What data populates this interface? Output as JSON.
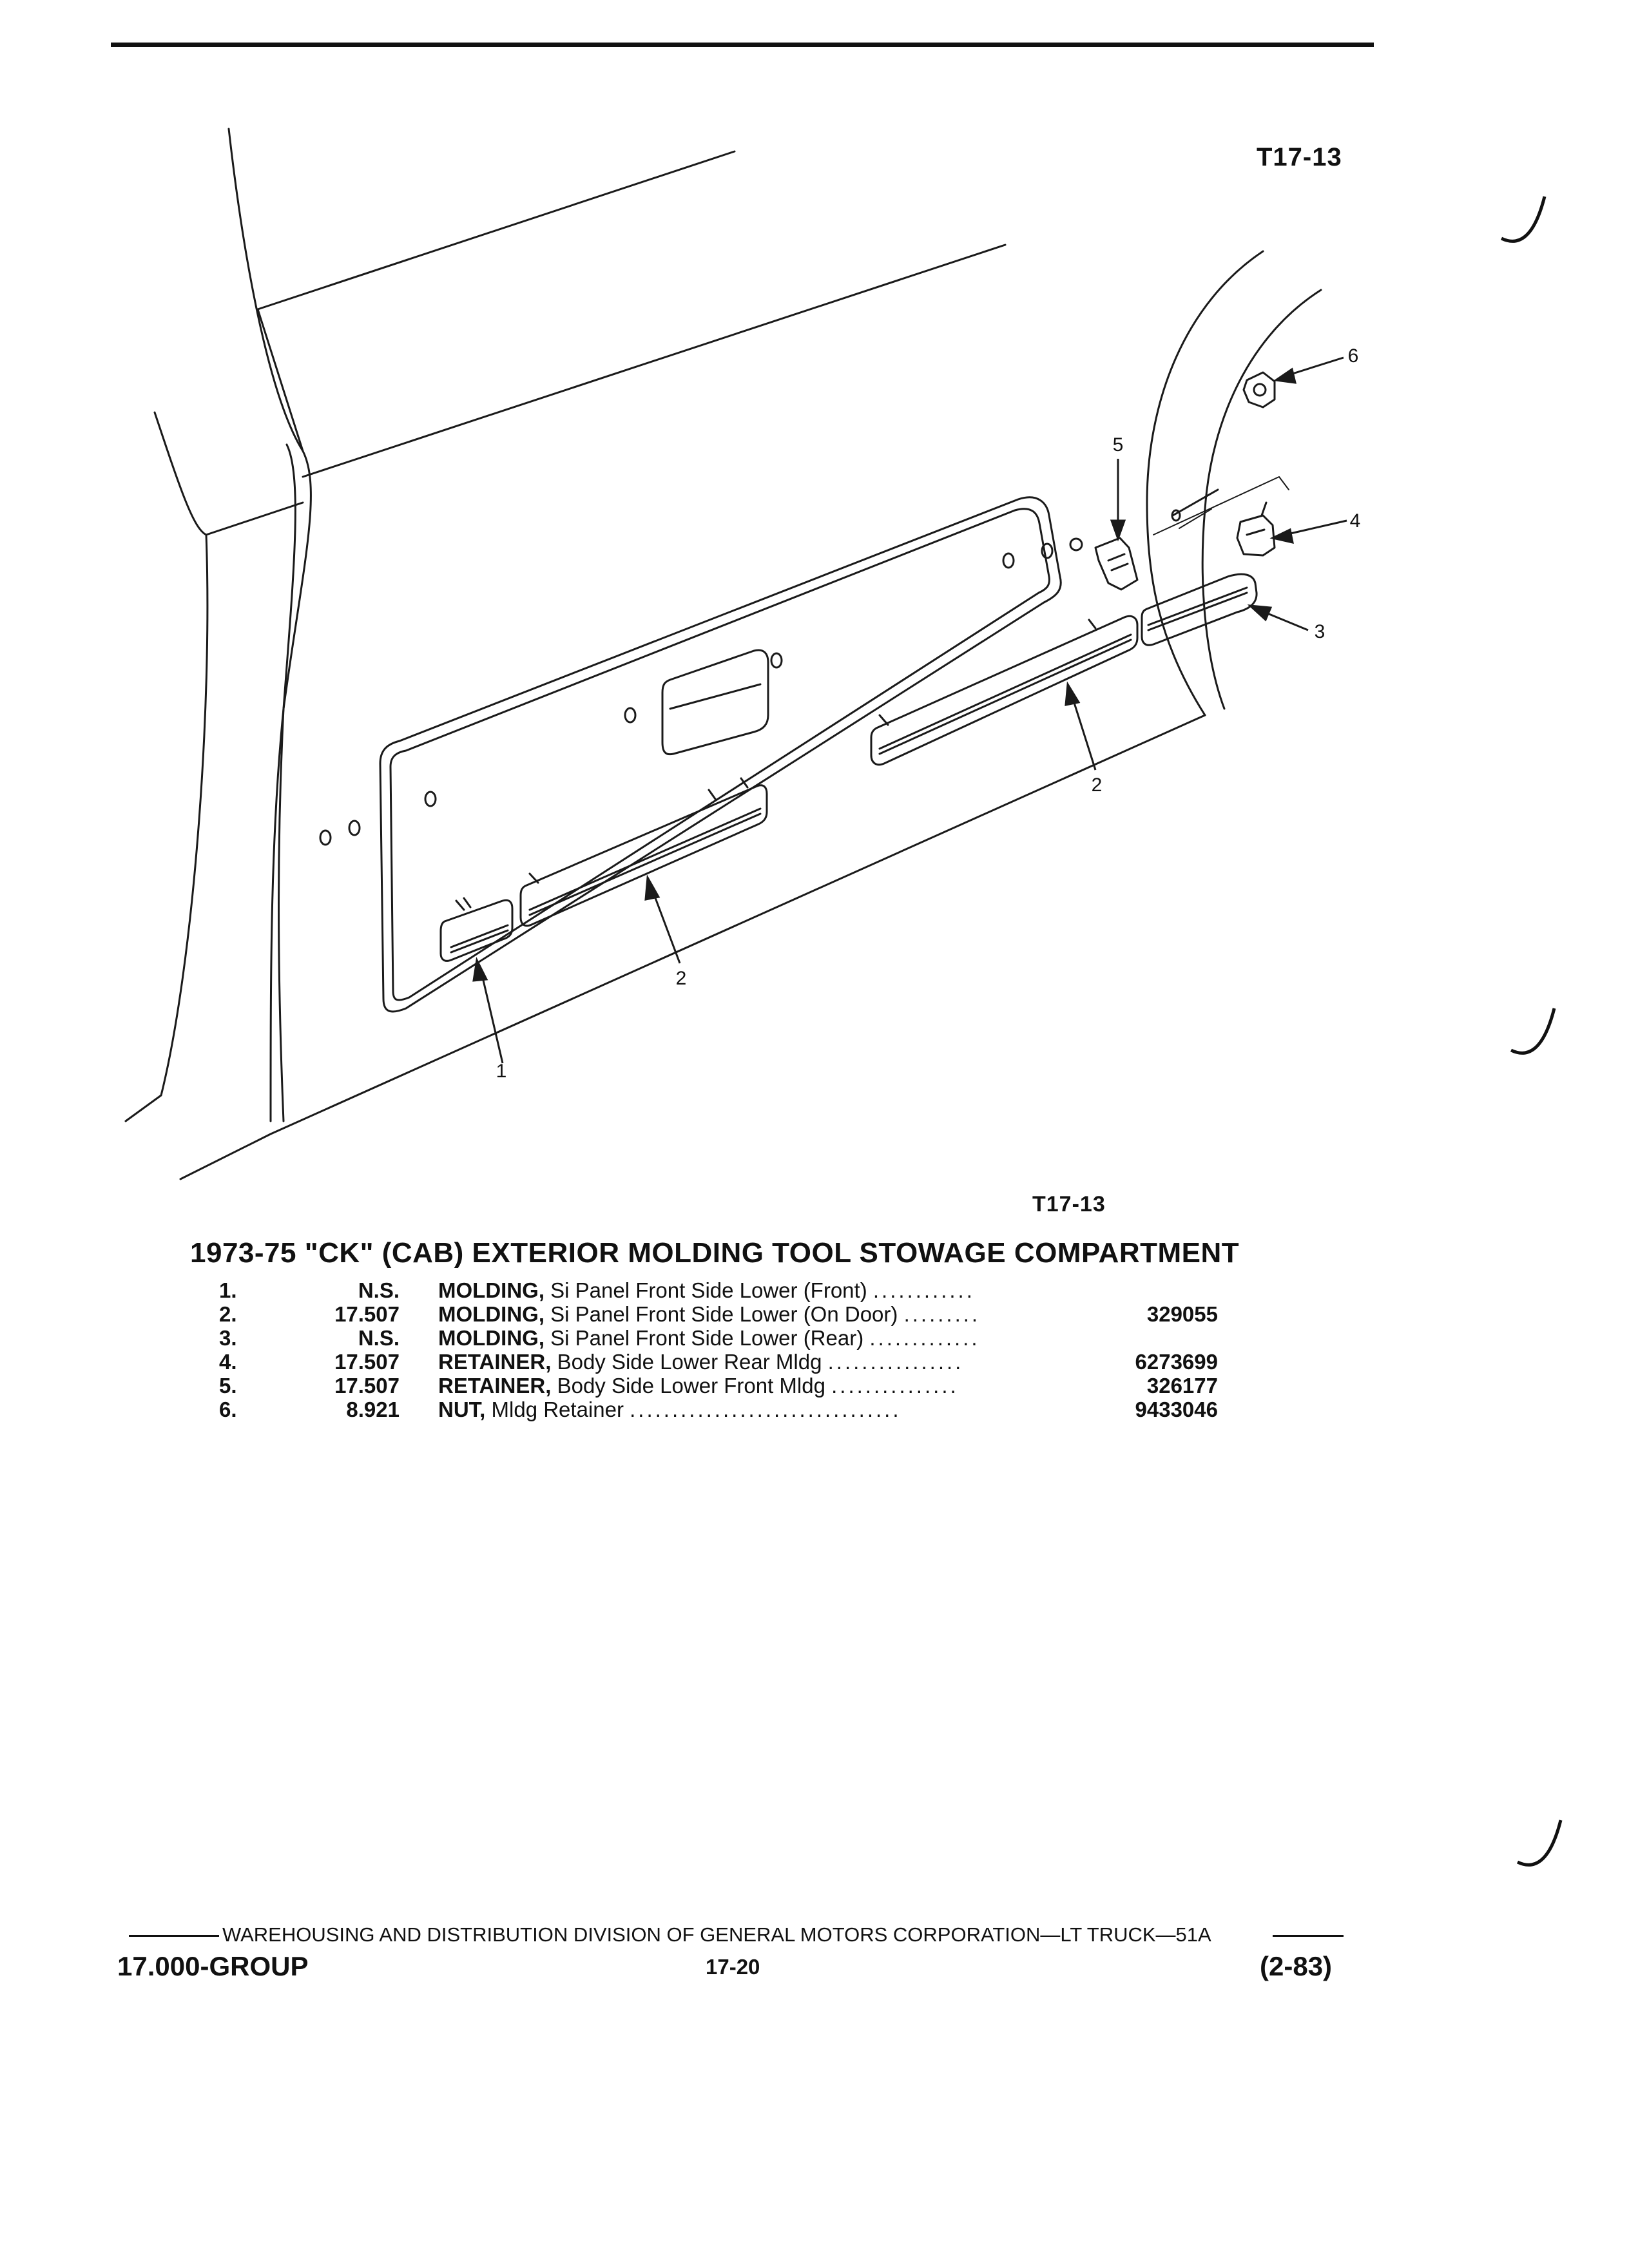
{
  "figure_id_top": "T17-13",
  "figure_id_bottom": "T17-13",
  "callouts": [
    "1",
    "2",
    "2",
    "3",
    "4",
    "5",
    "6"
  ],
  "section_title": "1973-75 \"CK\" (CAB) EXTERIOR MOLDING TOOL STOWAGE COMPARTMENT",
  "parts": [
    {
      "num": "1.",
      "group": "N.S.",
      "name": "MOLDING,",
      "desc": "Si Panel Front Side Lower (Front)",
      "dots": "............",
      "part": ""
    },
    {
      "num": "2.",
      "group": "17.507",
      "name": "MOLDING,",
      "desc": "Si Panel Front Side Lower (On Door)",
      "dots": ".........",
      "part": "329055"
    },
    {
      "num": "3.",
      "group": "N.S.",
      "name": "MOLDING,",
      "desc": "Si Panel Front Side Lower (Rear)",
      "dots": ".............",
      "part": ""
    },
    {
      "num": "4.",
      "group": "17.507",
      "name": "RETAINER,",
      "desc": "Body Side Lower Rear Mldg",
      "dots": "................",
      "part": "6273699"
    },
    {
      "num": "5.",
      "group": "17.507",
      "name": "RETAINER,",
      "desc": "Body Side Lower Front Mldg",
      "dots": "...............",
      "part": "326177"
    },
    {
      "num": "6.",
      "group": "8.921",
      "name": "NUT,",
      "desc": "Mldg Retainer",
      "dots": "................................",
      "part": "9433046"
    }
  ],
  "footer": {
    "publisher": "WAREHOUSING AND DISTRIBUTION  DIVISION OF GENERAL MOTORS CORPORATION—LT TRUCK—51A",
    "group": "17.000-GROUP",
    "page": "17-20",
    "revision": "(2-83)"
  }
}
